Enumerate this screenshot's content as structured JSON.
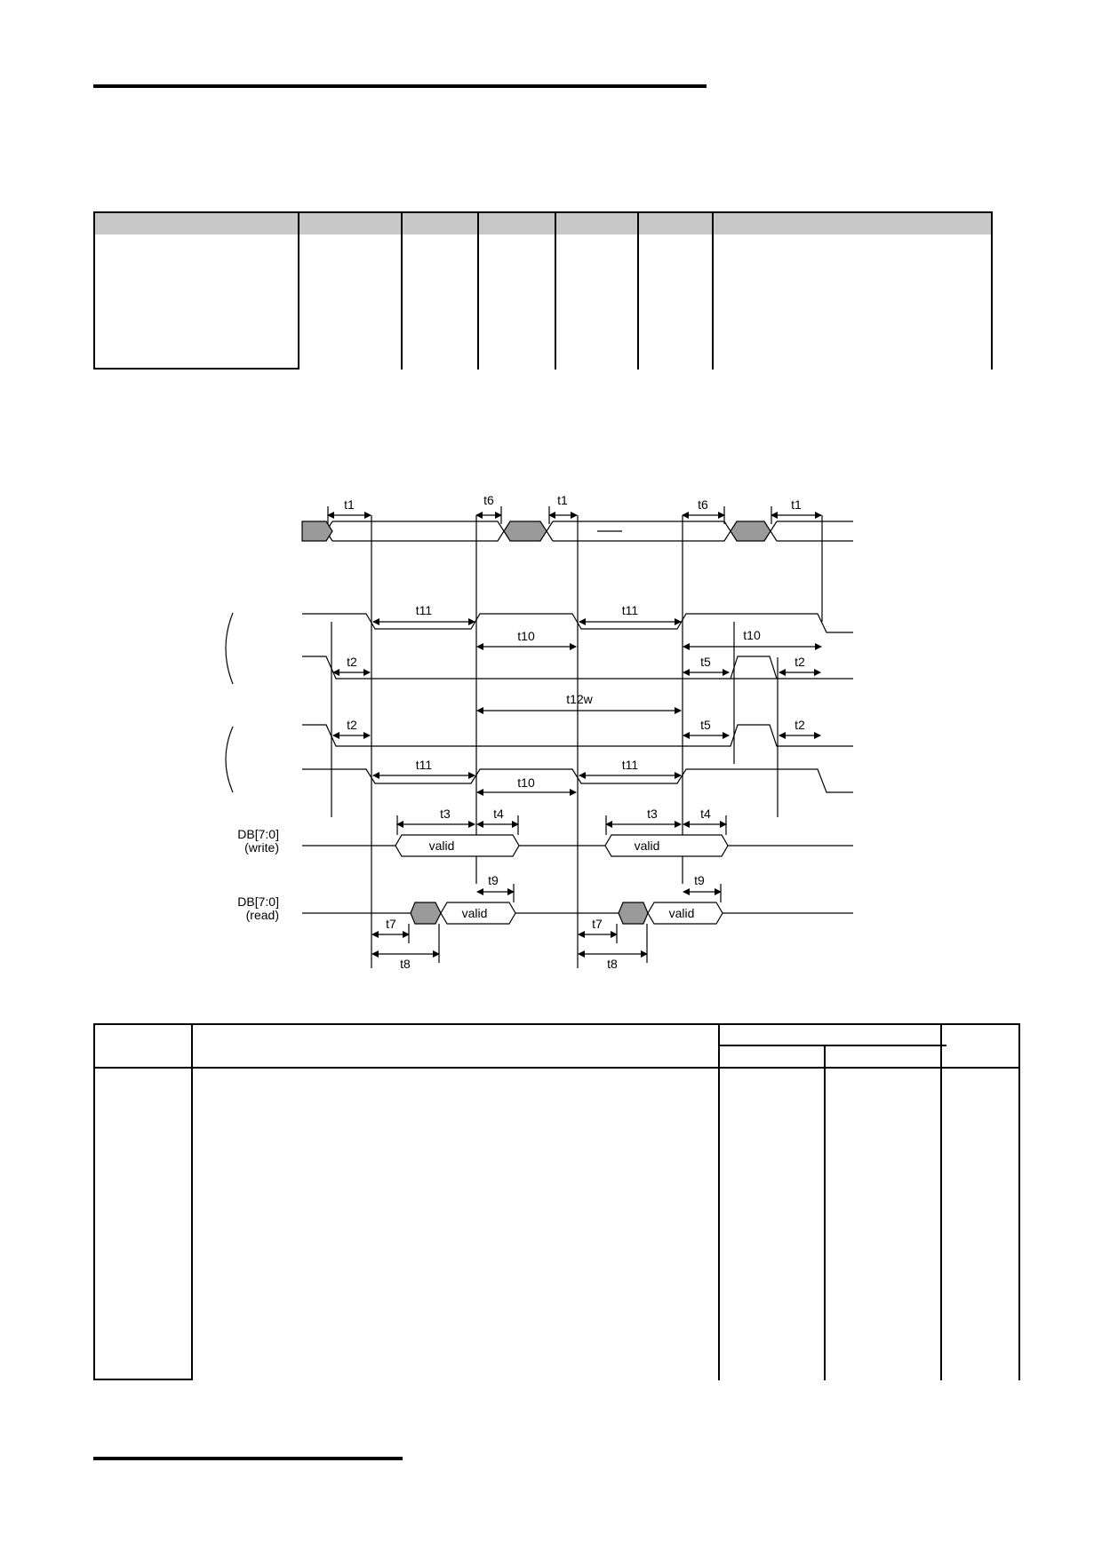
{
  "timing_labels": {
    "t1": "t1",
    "t2": "t2",
    "t3": "t3",
    "t4": "t4",
    "t5": "t5",
    "t6": "t6",
    "t7": "t7",
    "t8": "t8",
    "t9": "t9",
    "t10": "t10",
    "t11": "t11",
    "t12w": "t12w",
    "valid": "valid"
  },
  "signals": {
    "db_write": "DB[7:0]",
    "db_write_sub": "(write)",
    "db_read": "DB[7:0]",
    "db_read_sub": "(read)"
  },
  "colors": {
    "header_fill": "#c8c8c8",
    "hatch_fill": "#9a9a9a",
    "line": "#000000"
  }
}
